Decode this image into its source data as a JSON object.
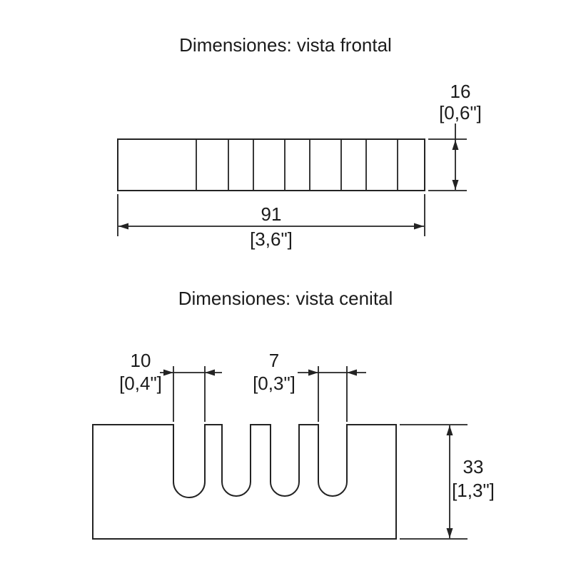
{
  "front_view": {
    "title": "Dimensiones: vista frontal",
    "height_value": "16",
    "height_imperial": "[0,6\"]",
    "width_value": "91",
    "width_imperial": "[3,6\"]"
  },
  "top_view": {
    "title": "Dimensiones: vista cenital",
    "slot_width_value": "10",
    "slot_width_imperial": "[0,4\"]",
    "tab_width_value": "7",
    "tab_width_imperial": "[0,3\"]",
    "depth_value": "33",
    "depth_imperial": "[1,3\"]"
  },
  "colors": {
    "line": "#232323",
    "text": "#1b1b1b",
    "background": "#ffffff"
  }
}
